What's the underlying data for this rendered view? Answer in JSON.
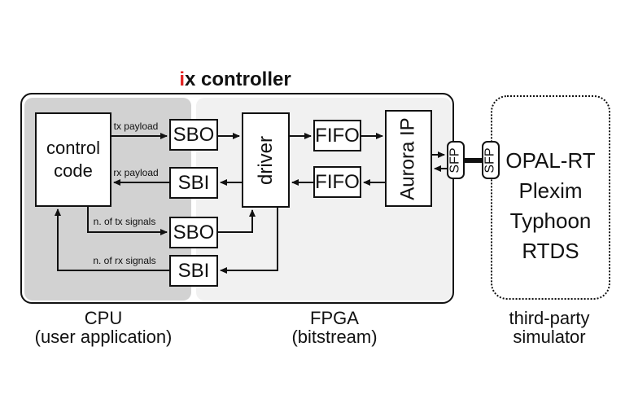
{
  "title": {
    "accent": "i",
    "rest": "x controller"
  },
  "colors": {
    "accent_red": "#e32322",
    "cpu_region": "#d2d2d2",
    "fpga_region": "#f1f1f1",
    "line": "#111111"
  },
  "blocks": {
    "control_code_line1": "control",
    "control_code_line2": "code",
    "sbo_top": "SBO",
    "sbi_top": "SBI",
    "sbo_bottom": "SBO",
    "sbi_bottom": "SBI",
    "driver": "driver",
    "fifo_top": "FIFO",
    "fifo_bottom": "FIFO",
    "aurora": "Aurora IP",
    "sfp_left": "SFP",
    "sfp_right": "SFP"
  },
  "wire_labels": {
    "tx_payload": "tx payload",
    "rx_payload": "rx payload",
    "n_tx_signals": "n. of tx signals",
    "n_rx_signals": "n. of rx signals"
  },
  "simulator": {
    "items": [
      "OPAL-RT",
      "Plexim",
      "Typhoon",
      "RTDS"
    ]
  },
  "captions": {
    "cpu_line1": "CPU",
    "cpu_line2": "(user application)",
    "fpga_line1": "FPGA",
    "fpga_line2": "(bitstream)",
    "sim_line1": "third-party",
    "sim_line2": "simulator"
  }
}
